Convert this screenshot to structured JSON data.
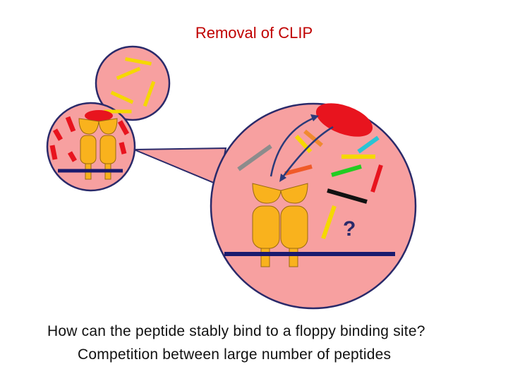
{
  "slide": {
    "title": "Removal of CLIP",
    "question_mark": "?",
    "caption_line1": "How can the peptide stably bind to a floppy binding site?",
    "caption_line2": "Competition between large number of peptides"
  },
  "colors": {
    "title": "#c00000",
    "cell_fill": "#f7a0a0",
    "cell_outline": "#2a2a6a",
    "membrane": "#1a1a6e",
    "mhc": "#f9b21d",
    "mhc_outline": "#9a6a10",
    "clip": "#e8141e"
  }
}
